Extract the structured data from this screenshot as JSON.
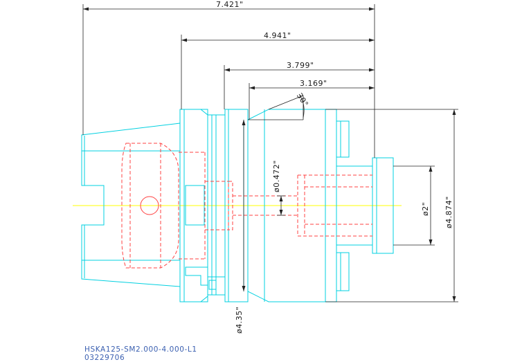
{
  "drawing": {
    "colors": {
      "outline": "#00d0e0",
      "hidden": "#ff4040",
      "centerline": "#ffff00",
      "dimension": "#222222",
      "caption": "#3a5fb0"
    },
    "dimensions": {
      "overall_length": "7.421\"",
      "length_from_flange": "4.941\"",
      "length_from_collar": "3.799\"",
      "body_length": "3.169\"",
      "chamfer_angle": "30°",
      "bore_diameter": "ø0.472\"",
      "pilot_diameter": "ø2\"",
      "body_diameter": "ø4.874\"",
      "shank_diameter": "ø4.35\""
    },
    "caption": {
      "part_number": "HSKA125-SM2.000-4.000-L1",
      "item_number": "03229706"
    }
  }
}
